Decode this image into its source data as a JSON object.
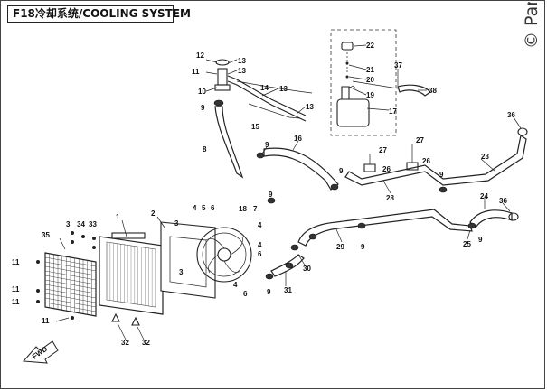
{
  "title": "F18冷却系统/COOLING SYSTEM",
  "watermark": "© Par",
  "fwd_label": "FWD",
  "callouts": {
    "c1": "1",
    "c2": "2",
    "c3a": "3",
    "c3b": "3",
    "c3c": "3",
    "c4a": "4",
    "c4b": "4",
    "c4c": "4",
    "c4d": "4",
    "c5": "5",
    "c6a": "6",
    "c6b": "6",
    "c6c": "6",
    "c7": "7",
    "c8": "8",
    "c9a": "9",
    "c9b": "9",
    "c9c": "9",
    "c9d": "9",
    "c9e": "9",
    "c9f": "9",
    "c9g": "9",
    "c9h": "9",
    "c10": "10",
    "c11a": "11",
    "c11b": "11",
    "c11c": "11",
    "c11d": "11",
    "c11e": "11",
    "c12": "12",
    "c13a": "13",
    "c13b": "13",
    "c13c": "13",
    "c13d": "13",
    "c14": "14",
    "c15": "15",
    "c16": "16",
    "c17": "17",
    "c18": "18",
    "c19": "19",
    "c20": "20",
    "c21": "21",
    "c22": "22",
    "c23": "23",
    "c24": "24",
    "c25": "25",
    "c26a": "26",
    "c26b": "26",
    "c27a": "27",
    "c27b": "27",
    "c28": "28",
    "c29": "29",
    "c30": "30",
    "c31": "31",
    "c32a": "32",
    "c32b": "32",
    "c33": "33",
    "c34": "34",
    "c35": "35",
    "c36a": "36",
    "c36b": "36",
    "c37": "37",
    "c38": "38"
  }
}
